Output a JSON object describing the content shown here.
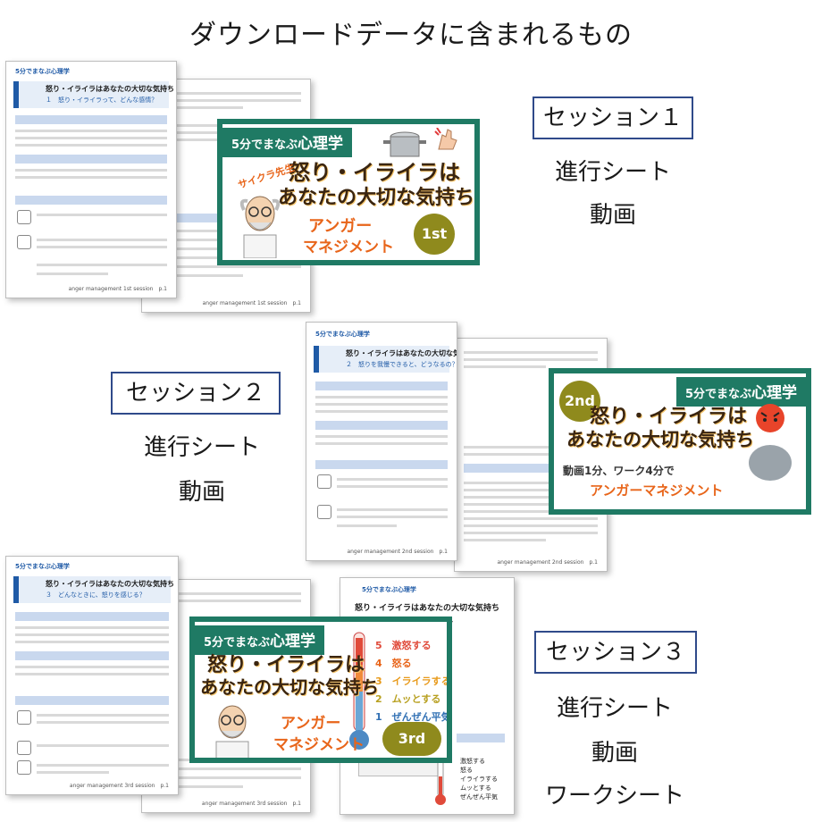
{
  "heading": "ダウンロードデータに含まれるもの",
  "sessions": [
    {
      "label": "セッション１",
      "items": [
        "進行シート",
        "動画"
      ]
    },
    {
      "label": "セッション２",
      "items": [
        "進行シート",
        "動画"
      ]
    },
    {
      "label": "セッション３",
      "items": [
        "進行シート",
        "動画",
        "ワークシート"
      ]
    }
  ],
  "thumbnails": [
    {
      "tag_small": "5分でまなぶ",
      "tag_big": "心理学",
      "title_line1": "怒り・イライラは",
      "title_line2": "あなたの大切な気持ち",
      "anger_line1": "アンガー",
      "anger_line2": "マネジメント",
      "badge": "1st",
      "sensei": "サイクラ先生"
    },
    {
      "tag_small": "5分でまなぶ",
      "tag_big": "心理学",
      "title_line1": "怒り・イライラは",
      "title_line2": "あなたの大切な気持ち",
      "note": "動画1分、ワーク4分で",
      "anger": "アンガーマネジメント",
      "badge": "2nd"
    },
    {
      "tag_small": "5分でまなぶ",
      "tag_big": "心理学",
      "title_line1": "怒り・イライラは",
      "title_line2": "あなたの大切な気持ち",
      "anger_line1": "アンガー",
      "anger_line2": "マネジメント",
      "badge": "3rd",
      "levels": [
        {
          "num": "5",
          "text": "激怒する"
        },
        {
          "num": "4",
          "text": "怒る"
        },
        {
          "num": "3",
          "text": "イライラする"
        },
        {
          "num": "2",
          "text": "ムッとする"
        },
        {
          "num": "1",
          "text": "ぜんぜん平気"
        }
      ]
    }
  ],
  "sheets": {
    "s1_title": "怒り・イライラはあなたの大切な気持ち",
    "s1_sub": "１　怒り・イライラって、どんな感情？",
    "s2_title": "怒り・イライラはあなたの大切な気持ち",
    "s2_sub": "２　怒りを我慢できると、どうなるの？",
    "s3_title": "怒り・イライラはあなたの大切な気持ち",
    "s3_sub": "３　どんなときに、怒りを感じる？",
    "worksheet_title_1": "怒り・イライラはあなたの大切な気持ち",
    "worksheet_title_2": "ワークシート",
    "logo": "5分でまなぶ心理学",
    "footer_1": "anger management 1st session　p.1",
    "footer_2": "anger management 2nd session　p.1",
    "footer_3": "anger management 3rd session　p.1",
    "ws_scale": [
      "激怒する",
      "怒る",
      "イライラする",
      "ムッとする",
      "ぜんぜん平気"
    ]
  }
}
